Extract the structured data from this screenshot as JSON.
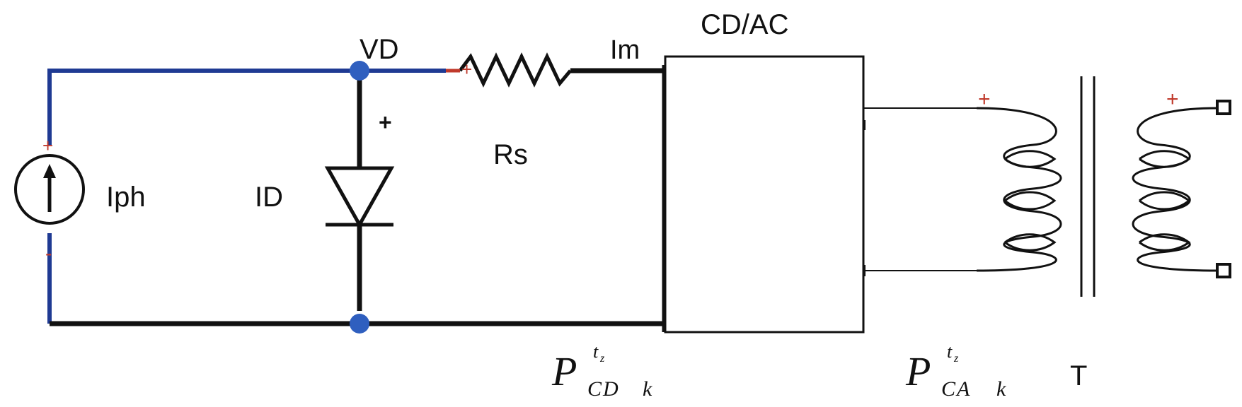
{
  "labels": {
    "vd": "VD",
    "im": "Im",
    "converter": "CD/AC",
    "rs": "Rs",
    "iph": "Iph",
    "id": "ID",
    "plus_diode": "+",
    "plus_resistor": "+",
    "minus_source": "-",
    "plus_source": "+",
    "plus_primary": "+",
    "plus_secondary": "+",
    "transformer": "T"
  },
  "power_labels": {
    "dc": {
      "symbol": "P",
      "superscript": "t",
      "superscript_sub": "z",
      "subscript": "CD",
      "index": "k"
    },
    "ac": {
      "symbol": "P",
      "superscript": "t",
      "superscript_sub": "z",
      "subscript": "CA",
      "index": "k"
    }
  },
  "colors": {
    "wire_blue": "#1f3a93",
    "wire_black": "#111111",
    "node_blue": "#2f5fbf",
    "polarity_red": "#c0392b"
  }
}
